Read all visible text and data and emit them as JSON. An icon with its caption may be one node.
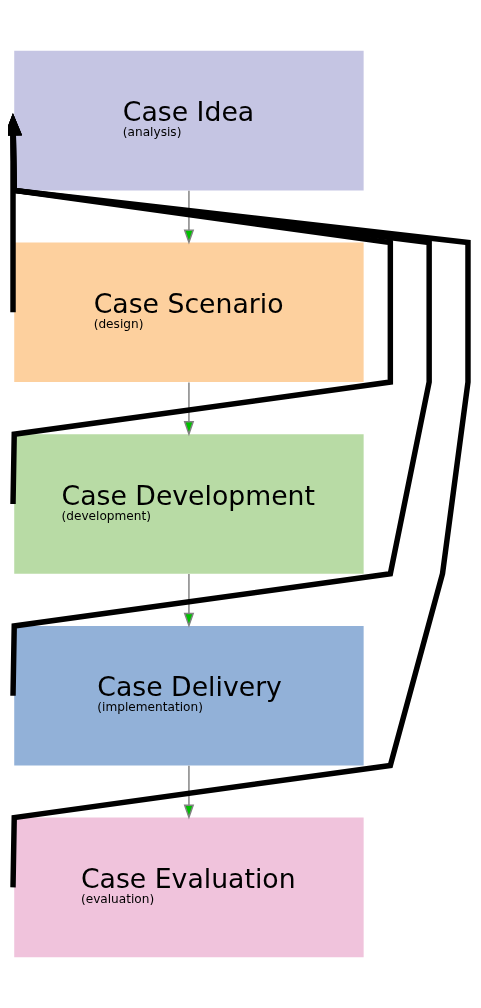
{
  "diagram": {
    "nodes": [
      {
        "text": [
          "Case Idea",
          "(analysis)"
        ]
      },
      {
        "text": [
          "Case Scenario",
          "(design)"
        ]
      },
      {
        "text": [
          "Case Development",
          "(development)"
        ]
      },
      {
        "text": [
          "Case Delivery",
          "(implementation)"
        ]
      },
      {
        "text": [
          "Case Evaluation",
          "(evaluation)"
        ]
      }
    ],
    "edges": [
      {
        "from": 0,
        "to": 1,
        "arrow": "to",
        "color": "#808080"
      },
      {
        "from": 1,
        "to": 2,
        "arrow": "to",
        "color": "#808080"
      },
      {
        "from": 2,
        "to": 3,
        "arrow": "to",
        "color": "#808080"
      },
      {
        "from": 3,
        "to": 4,
        "arrow": "to",
        "color": "#808080"
      },
      {
        "from": 1,
        "to": 0,
        "arrow": "to",
        "style": "thick",
        "color": "#000000"
      },
      {
        "from": 2,
        "to": 0,
        "arrow": "to",
        "style": "thick",
        "color": "#000000"
      },
      {
        "from": 3,
        "to": 0,
        "arrow": "to",
        "style": "thick",
        "color": "#000000"
      },
      {
        "from": 4,
        "to": 0,
        "arrow": "to",
        "style": "thick",
        "color": "#000000"
      }
    ]
  }
}
